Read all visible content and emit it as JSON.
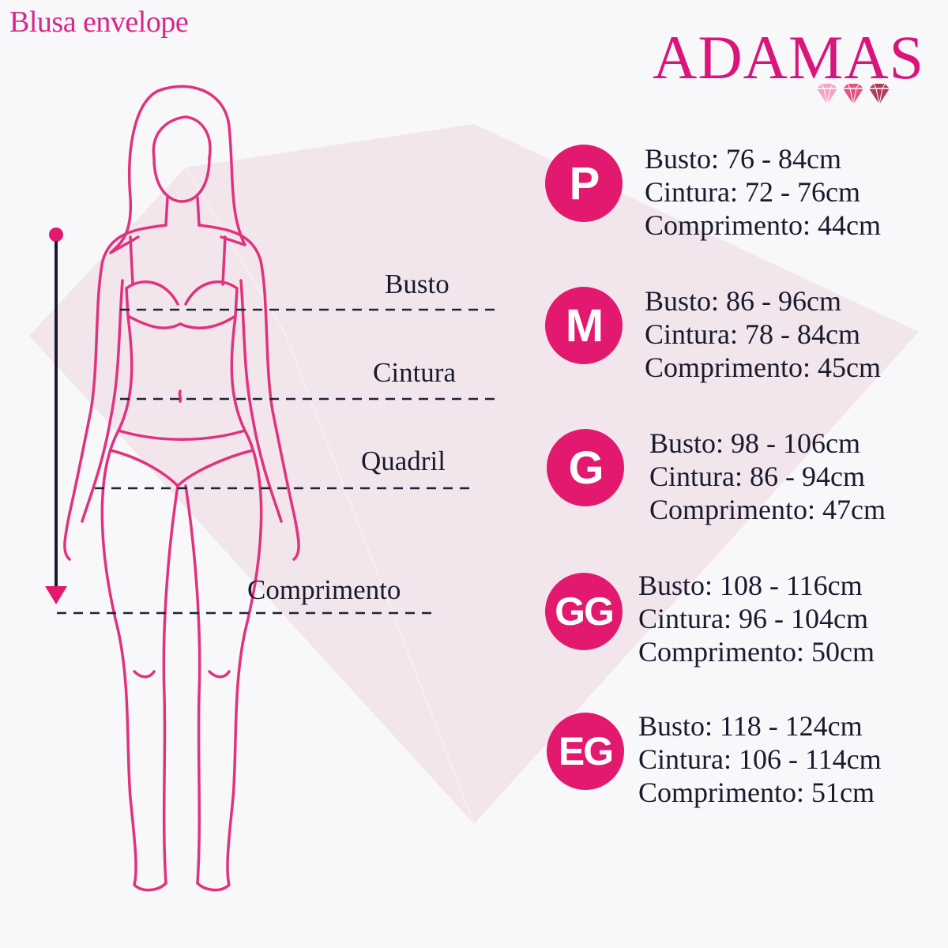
{
  "product_title": "Blusa envelope",
  "brand": "ADAMAS",
  "colors": {
    "accent": "#e2196f",
    "figure_stroke": "#e0327f",
    "text": "#1a1a2e",
    "backdrop_gem": "#f2e6ec"
  },
  "icons": [
    "gem-icon",
    "gem-icon",
    "gem-icon"
  ],
  "measure_labels": {
    "busto": "Busto",
    "cintura": "Cintura",
    "quadril": "Quadril",
    "comprimento": "Comprimento"
  },
  "sizes": [
    {
      "code": "P",
      "busto": "Busto: 76 - 84cm",
      "cintura": "Cintura: 72 - 76cm",
      "comprimento": "Comprimento: 44cm"
    },
    {
      "code": "M",
      "busto": "Busto: 86 - 96cm",
      "cintura": "Cintura: 78 - 84cm",
      "comprimento": "Comprimento: 45cm"
    },
    {
      "code": "G",
      "busto": "Busto: 98 - 106cm",
      "cintura": "Cintura: 86 - 94cm",
      "comprimento": "Comprimento: 47cm"
    },
    {
      "code": "GG",
      "busto": "Busto: 108 - 116cm",
      "cintura": "Cintura: 96 - 104cm",
      "comprimento": "Comprimento: 50cm"
    },
    {
      "code": "EG",
      "busto": "Busto: 118 - 124cm",
      "cintura": "Cintura: 106 - 114cm",
      "comprimento": "Comprimento: 51cm"
    }
  ]
}
